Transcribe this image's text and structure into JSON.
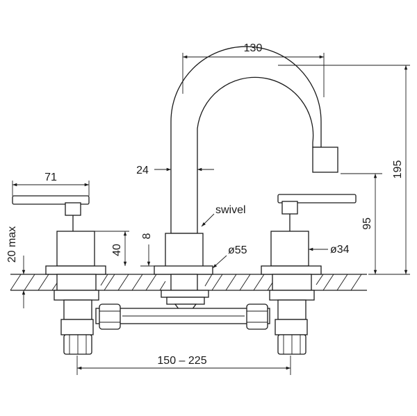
{
  "drawing": {
    "labels": {
      "spout_reach": "130",
      "overall_height": "195",
      "handle_width": "71",
      "spout_diameter": "24",
      "spout_type": "swivel",
      "handle_height": "95",
      "handle_base_height": "40",
      "spout_base_height": "8",
      "spout_base_diameter": "ø55",
      "handle_base_diameter": "ø34",
      "max_deck_thickness": "20 max",
      "centres_range": "150 – 225"
    },
    "colors": {
      "line": "#1a1a1a",
      "background": "#ffffff"
    }
  }
}
